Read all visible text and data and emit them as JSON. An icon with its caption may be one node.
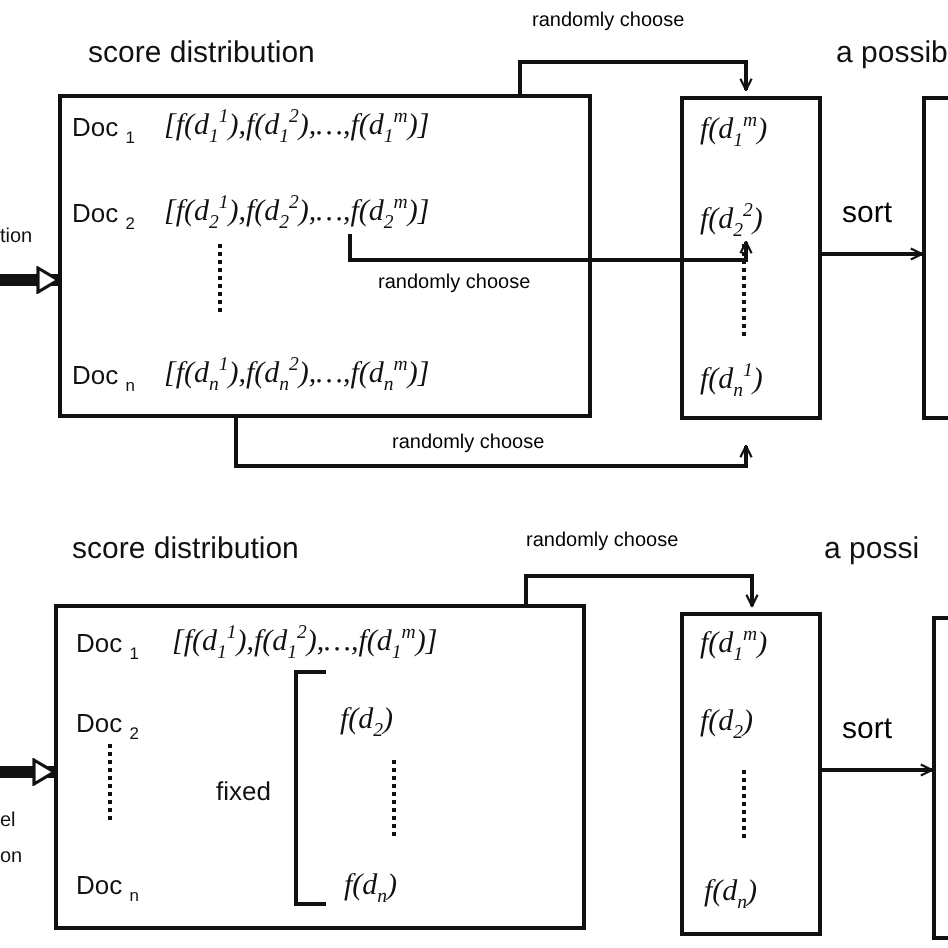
{
  "diagram": {
    "nodes": [
      {
        "text": [
          "score distribution",
          "Doc $_{1}$",
          "[f(d$_{1}$$^{1}$),f(d$_{1}$$^{2}$),…,f(d$_{1}$$^{m}$)]",
          "Doc $_{2}$",
          "[f(d$_{2}$$^{1}$),f(d$_{2}$$^{2}$),…,f(d$_{2}$$^{m}$)]",
          "Doc $_{n}$",
          "[f(d$_{n}$$^{1}$),f(d$_{n}$$^{2}$),…,f(d$_{n}$$^{m}$)]"
        ]
      },
      {
        "text": [
          "f(d$_{1}$$^{m}$)",
          "f(d$_{2}$$^{2}$)",
          "f(d$_{n}$$^{1}$)"
        ]
      },
      {
        "text": [],
        "shape": "box"
      },
      {
        "text": [
          "score distribution",
          "Doc $_{1}$",
          "[f(d$_{1}$$^{1}$),f(d$_{1}$$^{2}$),…,f(d$_{1}$$^{m}$)]",
          "Doc $_{2}$",
          "Doc $_{n}$",
          "fixed",
          "f(d$_{2}$)",
          "f(d$_{n}$)"
        ]
      },
      {
        "text": [
          "f(d$_{1}$$^{m}$)",
          "f(d$_{2}$)",
          "f(d$_{n}$)"
        ]
      },
      {
        "text": [],
        "shape": "box"
      }
    ],
    "edges": [
      {
        "from": 0,
        "to": 1,
        "arrow": "to",
        "label": "randomly choose"
      },
      {
        "from": 0,
        "to": 1,
        "arrow": "to",
        "label": "randomly choose"
      },
      {
        "from": 0,
        "to": 1,
        "arrow": "to",
        "label": "randomly choose"
      },
      {
        "from": 1,
        "to": 2,
        "arrow": "to",
        "label": "sort"
      },
      {
        "from": null,
        "to": 0,
        "arrow": "to",
        "style": "thick"
      },
      {
        "from": 3,
        "to": 4,
        "arrow": "to",
        "label": "randomly choose"
      },
      {
        "from": 4,
        "to": 5,
        "arrow": "to",
        "label": "sort"
      },
      {
        "from": null,
        "to": 3,
        "arrow": "to",
        "style": "thick"
      }
    ],
    "labels": [
      "a possib",
      "tion",
      "a possi",
      "el",
      "on"
    ]
  }
}
